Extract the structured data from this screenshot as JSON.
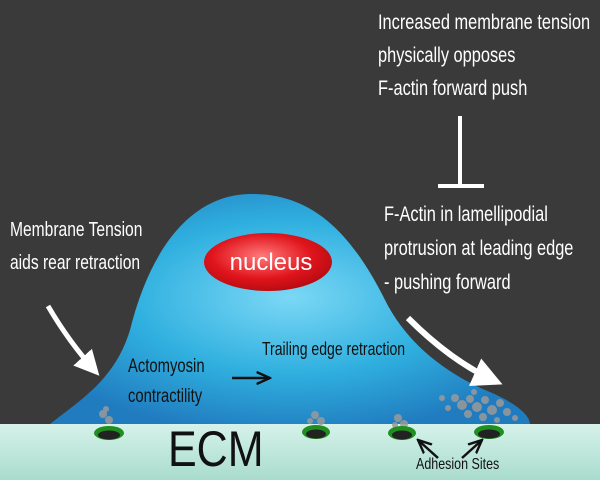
{
  "labels": {
    "tension_opposes": [
      "Increased membrane tension",
      "physically opposes",
      "F-actin forward push"
    ],
    "factin": [
      "F-Actin in lamellipodial",
      "protrusion at leading edge",
      "- pushing forward"
    ],
    "rear_retraction": [
      "Membrane Tension",
      "aids rear retraction"
    ],
    "actomyosin": [
      "Actomyosin",
      "contractility"
    ],
    "trailing_edge": "Trailing edge retraction",
    "nucleus": "nucleus",
    "ecm": "ECM",
    "adhesion_sites": "Adhesion Sites"
  },
  "colors": {
    "background": "#3a3a3a",
    "cell": "#2fb6e8",
    "nucleus": "#d8141c",
    "ecm": "#bfe6da",
    "adhesion": "#1f8f1f",
    "text_light": "#ffffff",
    "text_dark": "#111111"
  }
}
